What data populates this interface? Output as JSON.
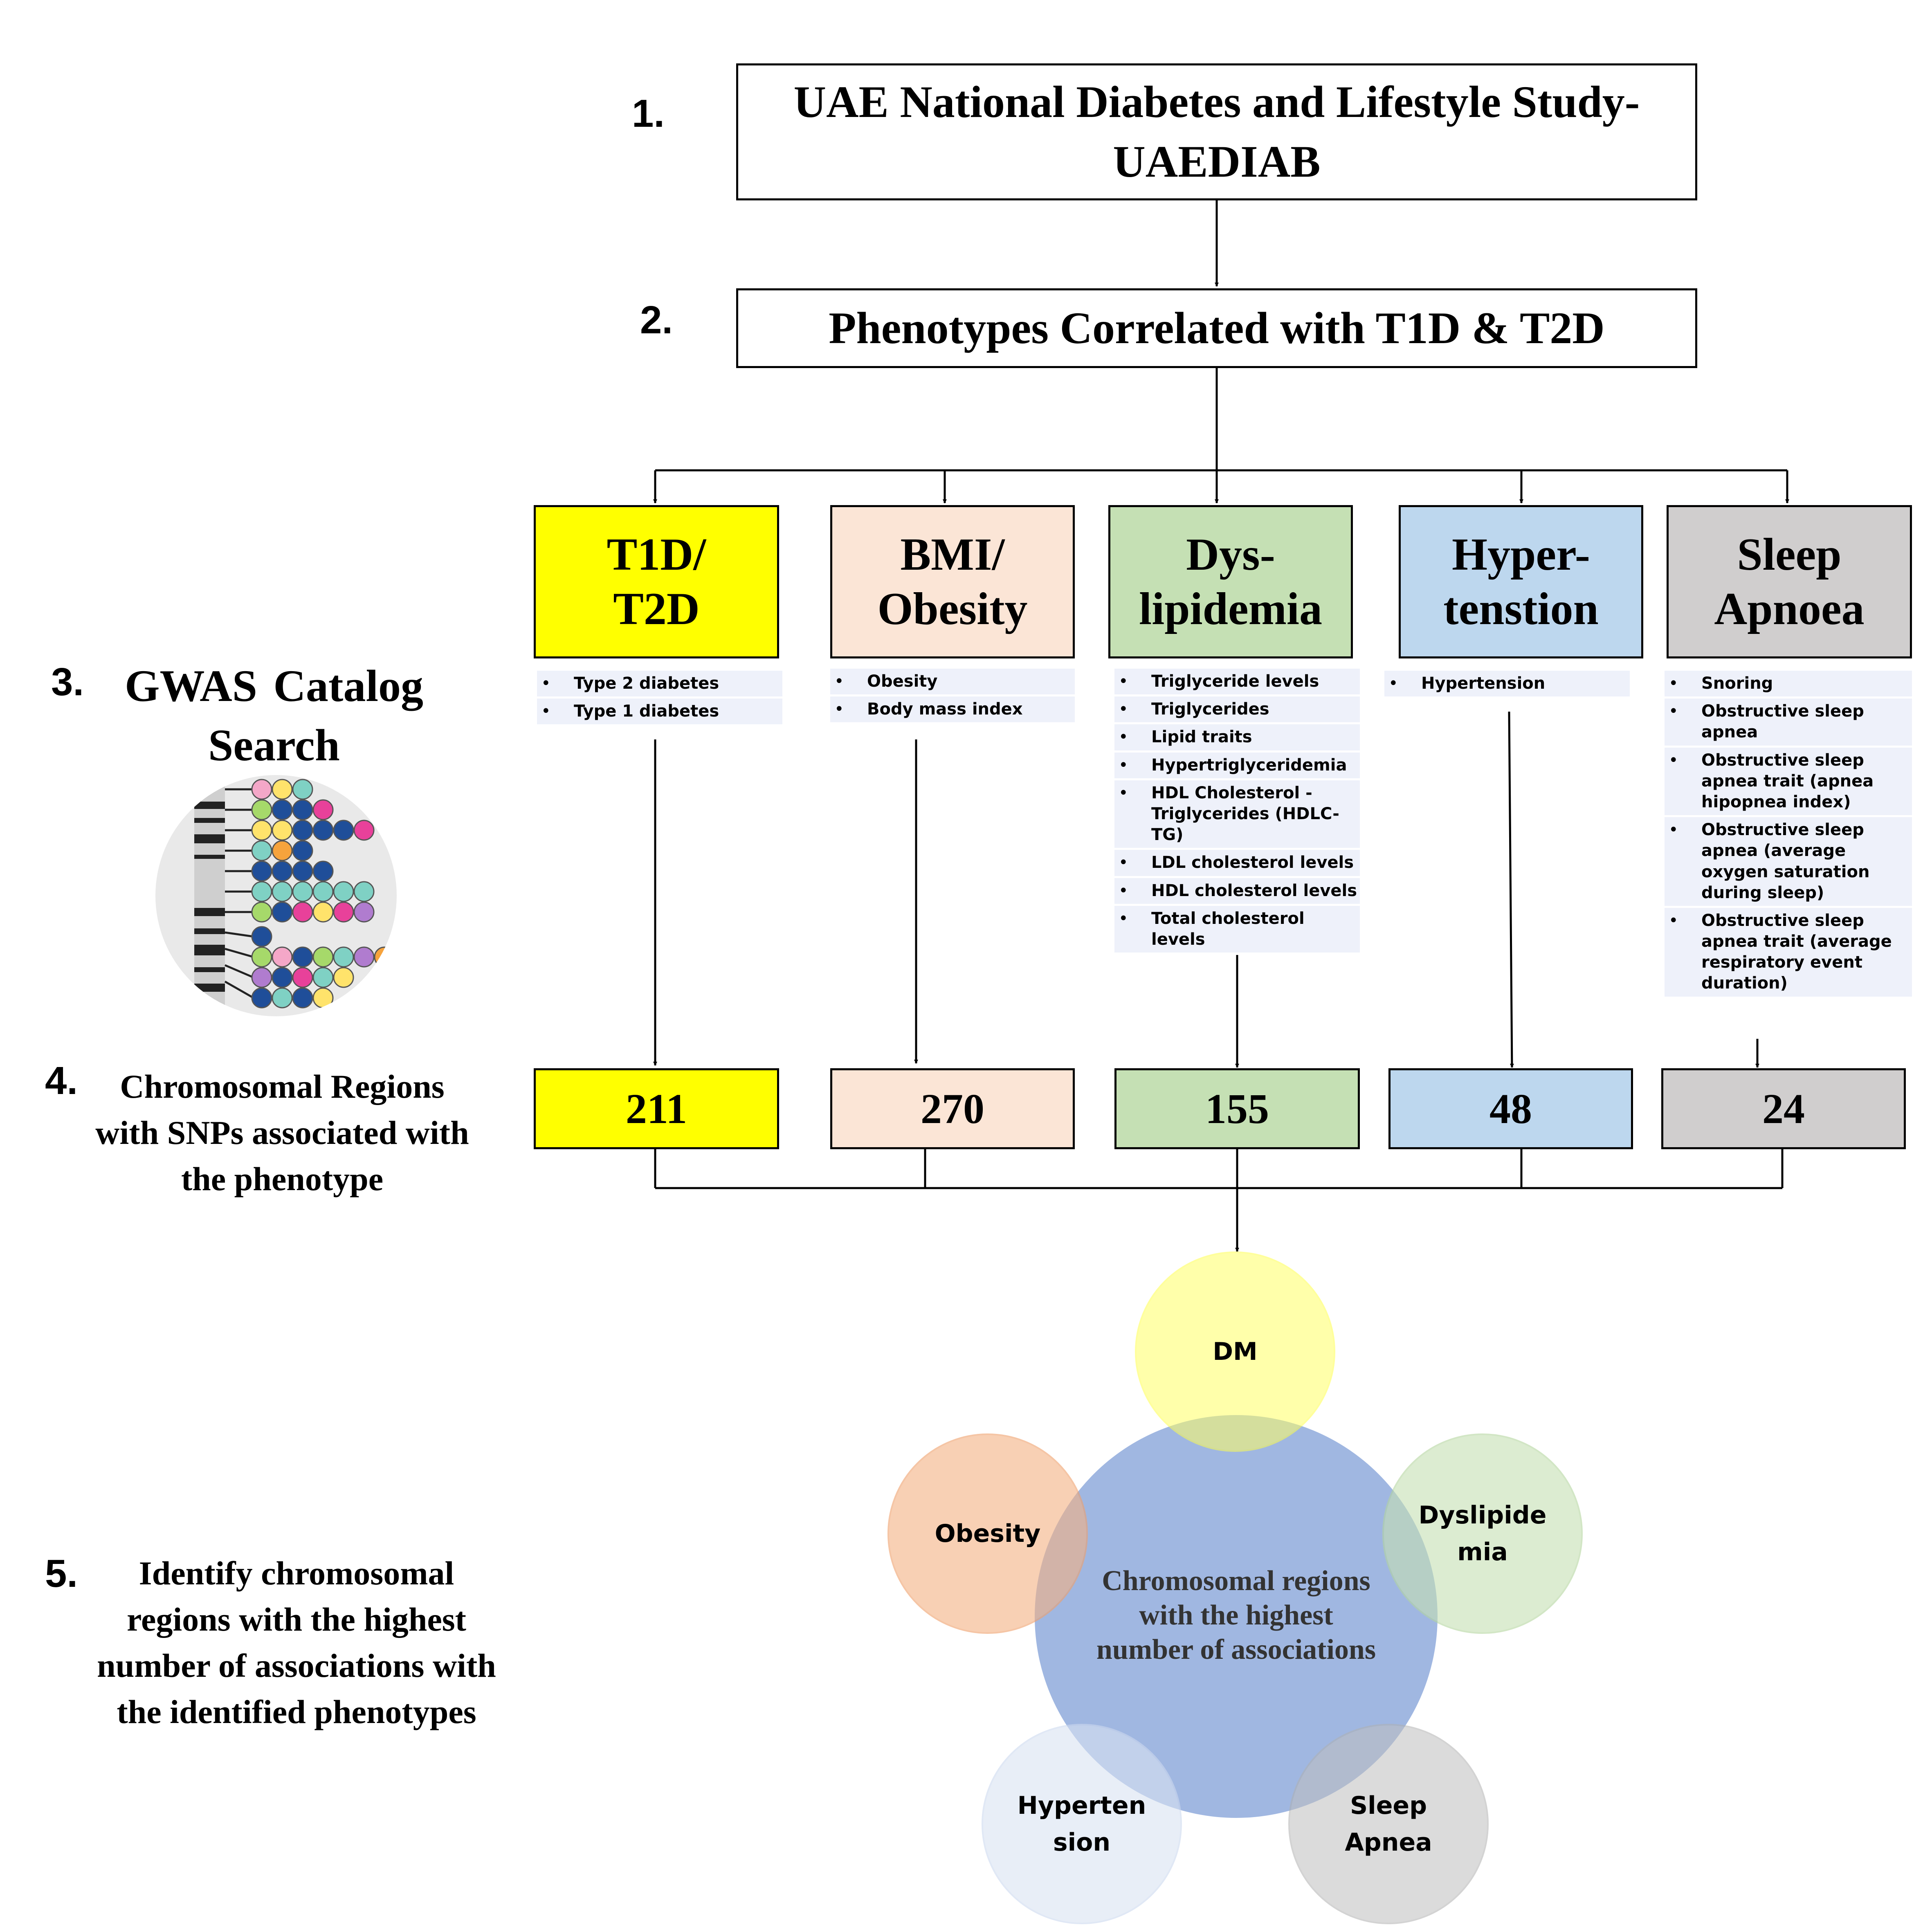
{
  "steps": [
    {
      "number": "1.",
      "text": ""
    },
    {
      "number": "2.",
      "text": ""
    },
    {
      "number": "3.",
      "text": "GWAS Catalog Search"
    },
    {
      "number": "4.",
      "text": "Chromosomal Regions with SNPs associated with the phenotype"
    },
    {
      "number": "5.",
      "text": "Identify chromosomal regions with the highest number of associations with the identified phenotypes"
    }
  ],
  "study_title": "UAE National Diabetes and Lifestyle Study- UAEDIAB",
  "phenotypes_title": "Phenotypes Correlated with T1D & T2D",
  "categories": [
    {
      "label": "T1D/\nT2D",
      "color": "#ffff00",
      "count": "211",
      "items": [
        "Type 2 diabetes",
        "Type 1 diabetes"
      ]
    },
    {
      "label": "BMI/\nObesity",
      "color": "#fbe5d6",
      "count": "270",
      "items": [
        "Obesity",
        "Body mass index"
      ]
    },
    {
      "label": "Dys-\nlipidemia",
      "color": "#c5e0b4",
      "count": "155",
      "items": [
        "Triglyceride levels",
        "Triglycerides",
        "Lipid traits",
        "Hypertriglyceridemia",
        "HDL Cholesterol - Triglycerides (HDLC-TG)",
        "LDL cholesterol levels",
        "HDL cholesterol levels",
        "Total cholesterol levels"
      ]
    },
    {
      "label": "Hyper-\ntenstion",
      "color": "#bdd7ee",
      "count": "48",
      "items": [
        "Hypertension"
      ]
    },
    {
      "label": "Sleep\nApnoea",
      "color": "#d0cece",
      "count": "24",
      "items": [
        "Snoring",
        "Obstructive sleep apnea",
        "Obstructive sleep apnea trait (apnea hipopnea index)",
        "Obstructive sleep apnea (average oxygen saturation during sleep)",
        "Obstructive sleep apnea trait (average respiratory event duration)"
      ]
    }
  ],
  "venn": {
    "center": "Chromosomal regions with  the highest number  of associations",
    "circles": [
      {
        "label": "DM",
        "color": "#ffff66"
      },
      {
        "label": "Dyslipide\nmia",
        "color": "#c5e0b4"
      },
      {
        "label": "Sleep\nApnea",
        "color": "#bfbfbf"
      },
      {
        "label": "Hyperten\nsion",
        "color": "#dae3f3"
      },
      {
        "label": "Obesity",
        "color": "#f4b183"
      }
    ],
    "center_color": "#8faadc"
  },
  "icons": {
    "gwas": "dna-chromosome-icon"
  }
}
